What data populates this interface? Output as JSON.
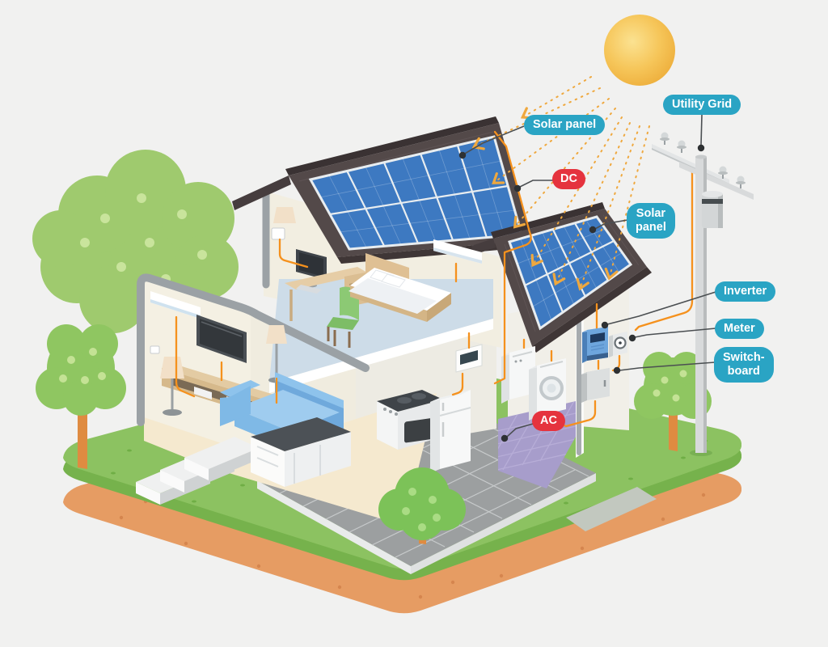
{
  "labels": {
    "solar_panel_main": "Solar panel",
    "dc": "DC",
    "solar_panel_secondary_line1": "Solar",
    "solar_panel_secondary_line2": "panel",
    "utility_grid": "Utility Grid",
    "inverter": "Inverter",
    "meter": "Meter",
    "switchboard_line1": "Switch-",
    "switchboard_line2": "board",
    "ac": "AC"
  },
  "colors": {
    "background": "#f1f1f0",
    "label_teal": "#2aa4c4",
    "label_red": "#e5333e",
    "label_text": "#ffffff",
    "wire_orange": "#f5911d",
    "sun_yellow": "#f6c65a",
    "sun_ray_orange": "#efa83e",
    "roof_dark": "#534949",
    "solar_panel_blue": "#3d79c1",
    "grass_green": "#8cc261",
    "soil_orange": "#e69c63",
    "laundry_floor_purple": "#a79dcb",
    "bedroom_floor_blue": "#cddce8",
    "living_floor_tan": "#f5e9cf"
  },
  "icons": {
    "sun": "sun-icon",
    "solar_panel": "solar-panel-icon",
    "utility_pole": "utility-pole-icon",
    "inverter": "inverter-box-icon",
    "meter": "meter-box-icon",
    "switchboard": "switchboard-box-icon"
  }
}
